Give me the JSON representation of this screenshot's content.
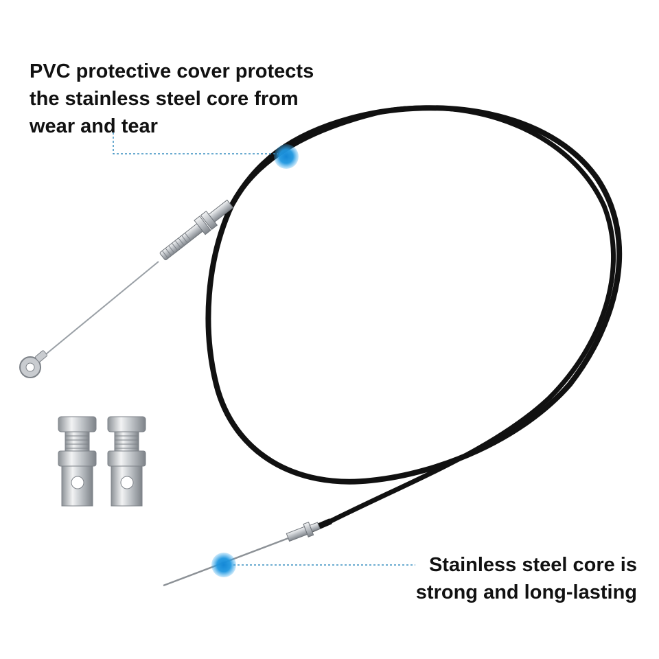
{
  "annotations": {
    "top": {
      "lines": [
        "PVC protective cover protects",
        "the stainless steel core from",
        "wear and tear"
      ]
    },
    "bottom": {
      "lines": [
        "Stainless steel core is",
        "strong and long-lasting"
      ]
    }
  },
  "colors": {
    "background": "#ffffff",
    "text": "#111111",
    "cable": "#111111",
    "metal": "#c9ccd0",
    "marker": "#1a8fd8",
    "leader_line": "#3a8fc0"
  }
}
